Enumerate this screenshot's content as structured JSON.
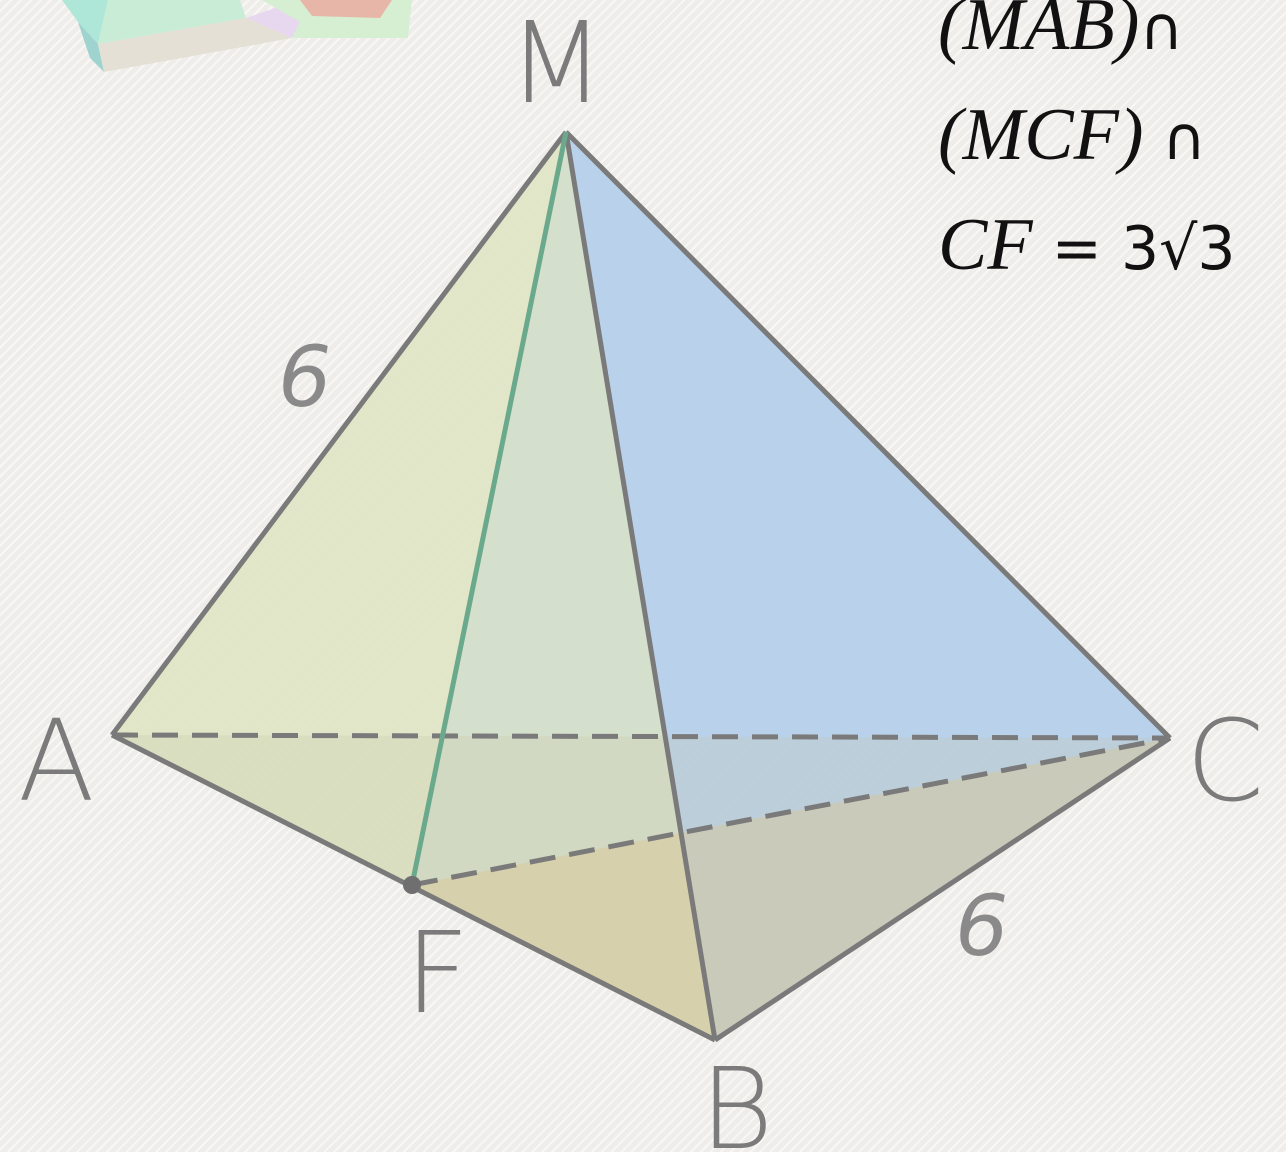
{
  "diagram": {
    "vertices": {
      "M": "M",
      "A": "A",
      "B": "B",
      "C": "C",
      "F": "F"
    },
    "edge_labels": {
      "AM": "6",
      "BC": "6"
    }
  },
  "notes": {
    "line1_plane": "(MAB)",
    "line1_op": "∩",
    "line2_plane": "(MCF)",
    "line2_op": "∩",
    "line3_segment": "CF",
    "line3_rest": " = 3√3"
  },
  "colors": {
    "left_face": "#dfe5c4",
    "right_face": "#b5d0ea",
    "bottom_right_face": "#d7c591",
    "edge": "#7a7a7a",
    "median_MF": "#6aa98c"
  }
}
